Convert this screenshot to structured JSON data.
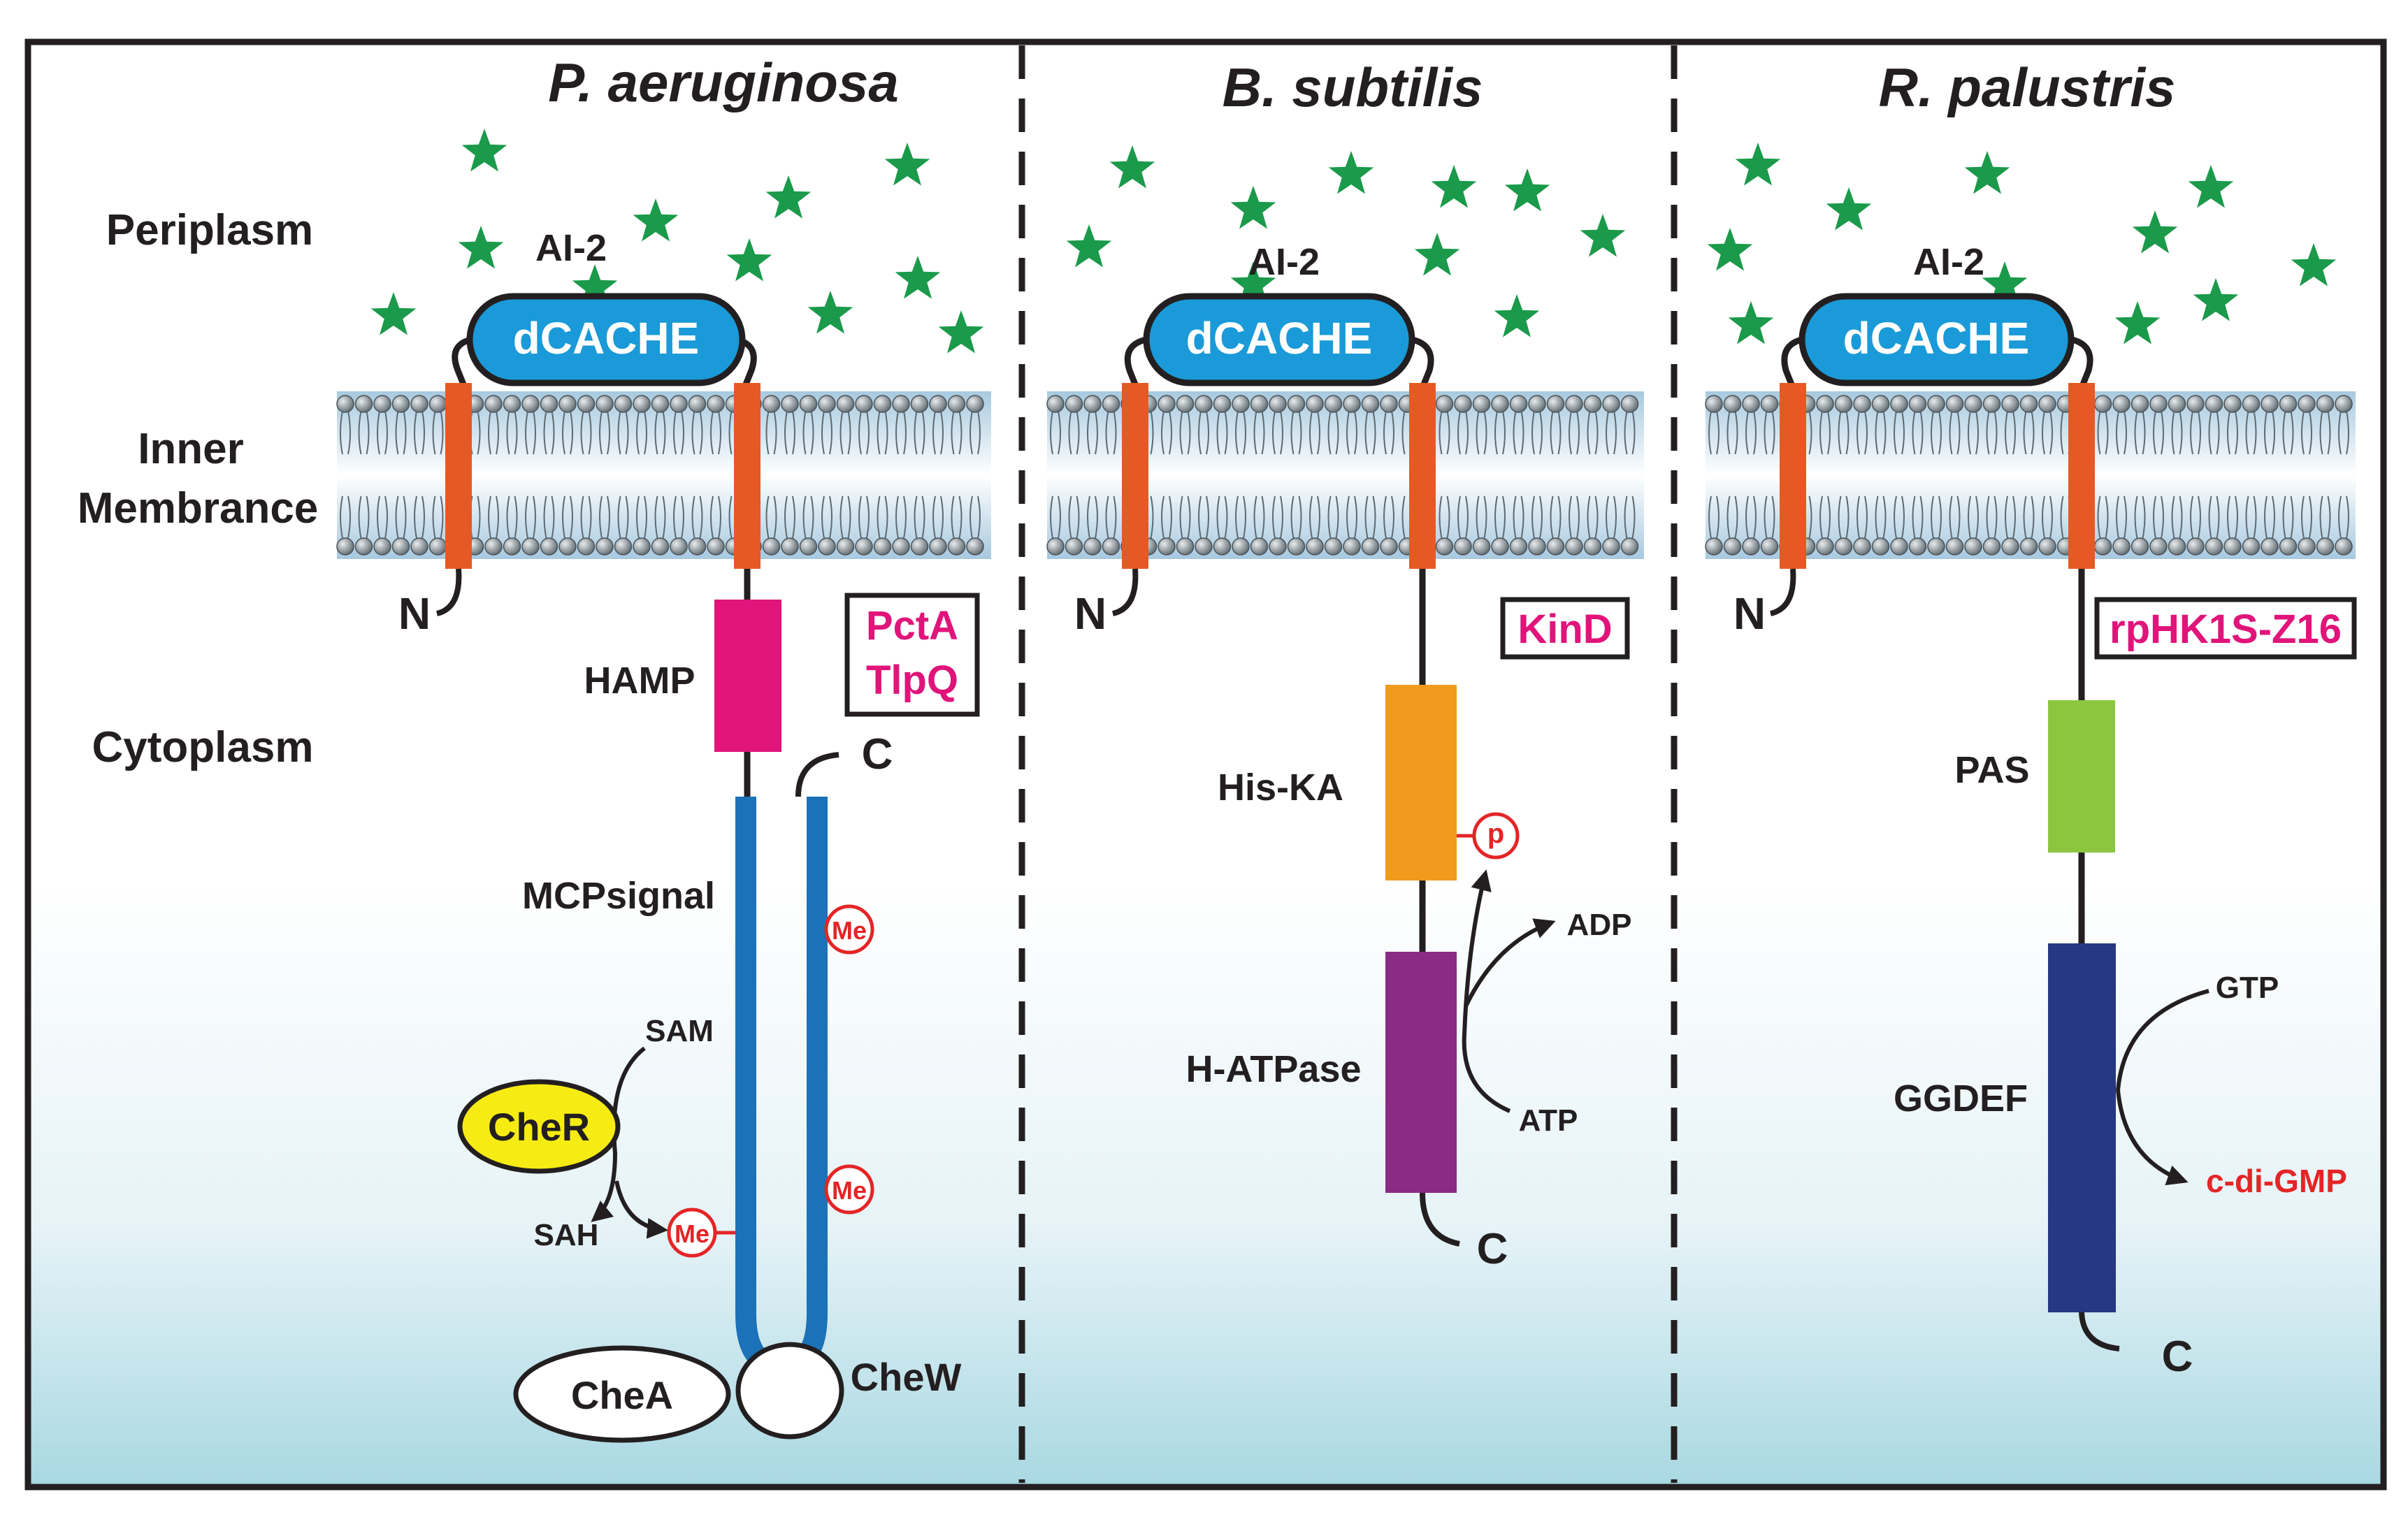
{
  "regions": {
    "periplasm": "Periplasm",
    "inner_line1": "Inner",
    "inner_line2": "Membrance",
    "cytoplasm": "Cytoplasm"
  },
  "ligand_label": "AI-2",
  "colors": {
    "star": "#1a9a4a",
    "dcache": "#1a9ad8",
    "tm": "#e55a24",
    "hamp": "#e0147a",
    "mcp": "#1b72b8",
    "hiska": "#f09a1e",
    "hatpase": "#8a2b85",
    "pas": "#8cc63f",
    "ggdef": "#263783",
    "protein_name": "#e0147a",
    "modification": "#e42526",
    "cher": "#f6ec14"
  },
  "panels": [
    {
      "organism": "P. aeruginosa",
      "sensor_domain": "dCACHE",
      "n_term": "N",
      "c_term": "C",
      "proteins": [
        "PctA",
        "TlpQ"
      ],
      "domains": [
        "HAMP",
        "MCPsignal"
      ],
      "partners": {
        "cher": "CheR",
        "chea": "CheA",
        "chew": "CheW"
      },
      "cofactors": {
        "sam": "SAM",
        "sah": "SAH"
      },
      "methyl_mark": "Me"
    },
    {
      "organism": "B. subtilis",
      "sensor_domain": "dCACHE",
      "n_term": "N",
      "c_term": "C",
      "proteins": [
        "KinD"
      ],
      "domains": [
        "His-KA",
        "H-ATPase"
      ],
      "phospho_mark": "p",
      "nucleotides": {
        "adp": "ADP",
        "atp": "ATP"
      }
    },
    {
      "organism": "R. palustris",
      "sensor_domain": "dCACHE",
      "n_term": "N",
      "c_term": "C",
      "proteins": [
        "rpHK1S-Z16"
      ],
      "domains": [
        "PAS",
        "GGDEF"
      ],
      "nucleotides": {
        "gtp": "GTP",
        "product": "c-di-GMP"
      }
    }
  ]
}
